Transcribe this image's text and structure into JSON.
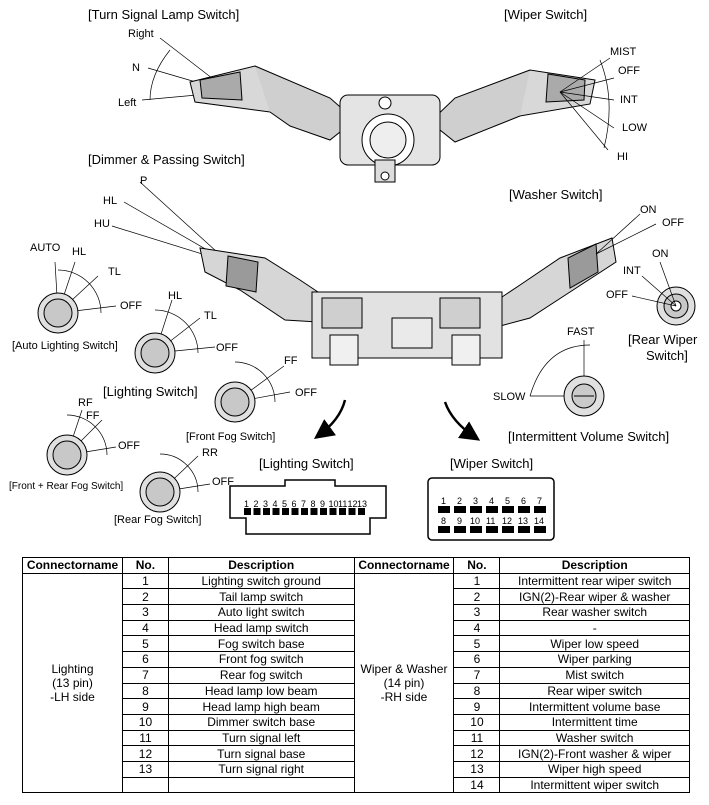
{
  "labels": {
    "turn_signal_title": "[Turn Signal Lamp Switch]",
    "wiper_title": "[Wiper Switch]",
    "turn_right": "Right",
    "turn_n": "N",
    "turn_left": "Left",
    "wiper_mist": "MIST",
    "wiper_off": "OFF",
    "wiper_int": "INT",
    "wiper_low": "LOW",
    "wiper_hi": "HI",
    "dimmer_title": "[Dimmer & Passing Switch]",
    "dimmer_p": "P",
    "dimmer_hl": "HL",
    "dimmer_hu": "HU",
    "washer_title": "[Washer Switch]",
    "washer_on": "ON",
    "washer_off": "OFF",
    "rear_on": "ON",
    "rear_int": "INT",
    "rear_off": "OFF",
    "rear_wiper_title_1": "[Rear Wiper",
    "rear_wiper_title_2": "Switch]",
    "auto_auto": "AUTO",
    "auto_hl": "HL",
    "auto_tl": "TL",
    "auto_off": "OFF",
    "auto_title": "[Auto Lighting Switch]",
    "light_hl": "HL",
    "light_tl": "TL",
    "light_off": "OFF",
    "light_title": "[Lighting Switch]",
    "ffog_ff": "FF",
    "ffog_off": "OFF",
    "ffog_title": "[Front Fog Switch]",
    "frfog_rf": "RF",
    "frfog_ff": "FF",
    "frfog_off": "OFF",
    "frfog_title": "[Front + Rear Fog Switch]",
    "rfog_rr": "RR",
    "rfog_off": "OFF",
    "rfog_title": "[Rear Fog Switch]",
    "int_fast": "FAST",
    "int_slow": "SLOW",
    "int_title": "[Intermittent Volume Switch]",
    "conn_lighting_title": "[Lighting Switch]",
    "conn_wiper_title": "[Wiper Switch]"
  },
  "lighting_connector_pins": [
    "1",
    "2",
    "3",
    "4",
    "5",
    "6",
    "7",
    "8",
    "9",
    "10",
    "11",
    "12",
    "13"
  ],
  "wiper_connector_top_pins": [
    "1",
    "2",
    "3",
    "4",
    "5",
    "6",
    "7"
  ],
  "wiper_connector_bottom_pins": [
    "8",
    "9",
    "10",
    "11",
    "12",
    "13",
    "14"
  ],
  "table": {
    "headers": [
      "Connectorname",
      "No.",
      "Description",
      "Connectorname",
      "No.",
      "Description"
    ],
    "left_connector": [
      "Lighting",
      "(13 pin)",
      "-LH side"
    ],
    "right_connector": [
      "Wiper & Washer",
      "(14 pin)",
      "-RH side"
    ],
    "left_rows": [
      {
        "no": "1",
        "desc": "Lighting switch ground"
      },
      {
        "no": "2",
        "desc": "Tail lamp switch"
      },
      {
        "no": "3",
        "desc": "Auto light switch"
      },
      {
        "no": "4",
        "desc": "Head lamp switch"
      },
      {
        "no": "5",
        "desc": "Fog switch base"
      },
      {
        "no": "6",
        "desc": "Front fog switch"
      },
      {
        "no": "7",
        "desc": "Rear fog switch"
      },
      {
        "no": "8",
        "desc": "Head lamp low beam"
      },
      {
        "no": "9",
        "desc": "Head lamp high beam"
      },
      {
        "no": "10",
        "desc": "Dimmer switch base"
      },
      {
        "no": "11",
        "desc": "Turn signal left"
      },
      {
        "no": "12",
        "desc": "Turn signal base"
      },
      {
        "no": "13",
        "desc": "Turn signal right"
      },
      {
        "no": "",
        "desc": ""
      }
    ],
    "right_rows": [
      {
        "no": "1",
        "desc": "Intermittent rear wiper switch"
      },
      {
        "no": "2",
        "desc": "IGN(2)-Rear wiper & washer"
      },
      {
        "no": "3",
        "desc": "Rear washer switch"
      },
      {
        "no": "4",
        "desc": "-"
      },
      {
        "no": "5",
        "desc": "Wiper low speed"
      },
      {
        "no": "6",
        "desc": "Wiper parking"
      },
      {
        "no": "7",
        "desc": "Mist switch"
      },
      {
        "no": "8",
        "desc": "Rear wiper switch"
      },
      {
        "no": "9",
        "desc": "Intermittent volume base"
      },
      {
        "no": "10",
        "desc": "Intermittent time"
      },
      {
        "no": "11",
        "desc": "Washer switch"
      },
      {
        "no": "12",
        "desc": "IGN(2)-Front washer & wiper"
      },
      {
        "no": "13",
        "desc": "Wiper high speed"
      },
      {
        "no": "14",
        "desc": "Intermittent wiper switch"
      }
    ]
  }
}
